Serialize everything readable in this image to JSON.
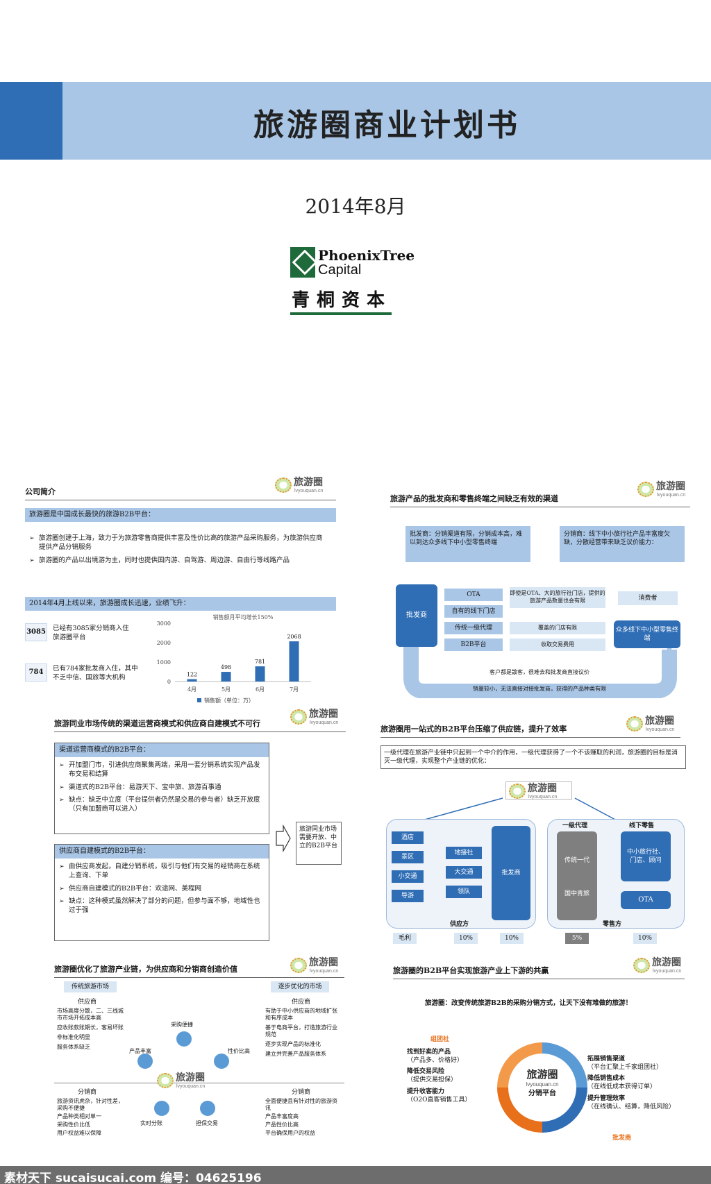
{
  "cover": {
    "title": "旅游圈商业计划书",
    "date": "2014年8月",
    "logo": {
      "en_line1": "PhoenixTree",
      "en_line2": "Capital",
      "cn": "青桐资本"
    }
  },
  "brand": {
    "name": "旅游圈",
    "url": "lvyouquan.cn"
  },
  "slide1": {
    "title": "公司简介",
    "head1": "旅游圈是中国成长最快的旅游B2B平台：",
    "bullets": [
      "旅游圈创建于上海，致力于为旅游零售商提供丰富及性价比高的旅游产品采购服务，为旅游供应商提供产品分销服务",
      "旅游圈的产品以出境游为主，同时也提供国内游、自驾游、周边游、自由行等线路产品"
    ],
    "head2": "2014年4月上线以来，旅游圈成长迅速，业绩飞升：",
    "stats": [
      {
        "num": "3085",
        "text": "已经有3085家分销商入住旅游圈平台"
      },
      {
        "num": "784",
        "text": "已有784家批发商入住，其中不乏中信、国旅等大机构"
      }
    ]
  },
  "chart_data": {
    "type": "bar",
    "title": "销售额月平均增长150%",
    "categories": [
      "4月",
      "5月",
      "6月",
      "7月"
    ],
    "values": [
      122,
      498,
      781,
      2068
    ],
    "yticks": [
      "3000",
      "2000",
      "1000",
      "0"
    ],
    "ylim": [
      0,
      3000
    ],
    "legend": "销售额（单位：万）",
    "color": "#2f6db5"
  },
  "slide2": {
    "title": "旅游产品的批发商和零售终端之间缺乏有效的渠道",
    "box_left": "批发商：分销渠道有限，分销成本高，难以到达众多线下中小型零售终端",
    "box_right": "分销商：线下中小旅行社产品丰富度欠缺，分散经营带来缺乏议价能力：",
    "wholesaler": "批发商",
    "channels": [
      "OTA",
      "自有的线下门店",
      "传统一级代理",
      "B2B平台"
    ],
    "notes": [
      "即使是OTA、大的旅行社门店，提供的旅游产品数量也会有限",
      "覆盖的门店有限",
      "收取交易费用"
    ],
    "consumer": "消费者",
    "retail": "众多线下中小型零售终端",
    "loop1": "客户都是散客，很难去和批发商直接议价",
    "loop2": "销量较小，无法直接对接批发商，获得的产品种类有限"
  },
  "slide3": {
    "title": "旅游同业市场传统的渠道运营商模式和供应商自建模式不可行",
    "head1": "渠道运营商模式的B2B平台：",
    "bullets1": [
      "开加盟门市，引进供应商聚集两端，采用一套分销系统实现产品发布交易和结算",
      "渠道式的B2B平台：易游天下、宝中旅、旅游百事通",
      "缺点：缺乏中立度（平台提供者仍然是交易的参与者）缺乏开放度（只有加盟商可以进入）"
    ],
    "head2": "供应商自建模式的B2B平台：",
    "bullets2": [
      "由供应商发起，自建分销系统，吸引与他们有交易的经销商在系统上查询、下单",
      "供应商自建模式的B2B平台：欢途网、美程网",
      "缺点：这种模式虽然解决了部分的问题，但参与面不够，地域性也过于强"
    ],
    "callout": "旅游同业市场需要开放、中立的B2B平台"
  },
  "slide4": {
    "title": "旅游圈用一站式的B2B平台压缩了供应链，提升了效率",
    "desc": "一级代理在旅游产业链中只起到一个中介的作用，一级代理获得了一个不该赚取的利润，旅游圈的目标是消灭一级代理，实现整个产业链的优化：",
    "suppliers": [
      "酒店",
      "景区",
      "小交通",
      "导游"
    ],
    "agents": [
      "地接社",
      "大交通",
      "领队"
    ],
    "wholesaler": "批发商",
    "first_agent_head": "一级代理",
    "first_agent_body": [
      "传统一代",
      "国中青旅"
    ],
    "offline_head": "线下零售",
    "offline_body": "中小旅行社、门店、顾问",
    "ota": "OTA",
    "supply_label": "供应方",
    "retail_label": "零售方",
    "margins": [
      "毛利",
      "10%",
      "10%",
      "5%",
      "10%"
    ]
  },
  "slide5": {
    "title": "旅游圈优化了旅游产业链，为供应商和分销商创造价值",
    "left_tag": "传统旅游市场",
    "right_tag": "逐步优化的市场",
    "supplier": "供应商",
    "distributor": "分销商",
    "left_sup": [
      "市场高度分散，二、三线城市市场开拓成本高",
      "应收账款账期长，客易坏账",
      "非标准化明显",
      "服务体系缺乏"
    ],
    "right_sup": [
      "有助于中小供应商的地域扩张和有序成本",
      "基于电商平台，打造旅游行业规范",
      "逐步实现产品的标准化",
      "建立并完善产品服务体系"
    ],
    "cycle": [
      "采购便捷",
      "性价比高",
      "担保交易",
      "实时分账",
      "产品丰富"
    ],
    "left_dist": [
      "旅游资讯虎杂，针对性差，采购不便捷",
      "产品种类相对单一",
      "采购性价比低",
      "用户权益难以保障"
    ],
    "right_dist": [
      "全面便捷且有针对性的旅游资讯",
      "产品丰富度高",
      "产品性价比高",
      "平台确保用户的权益"
    ]
  },
  "slide6": {
    "title": "旅游圈的B2B平台实现旅游产业上下游的共赢",
    "mission": "旅游圈：改变传统旅游B2B的采购分销方式，让天下没有难做的旅游！",
    "left_label": "组团社",
    "left_items": [
      [
        "找到好卖的产品",
        "（产品多、价格好）"
      ],
      [
        "降低交易风险",
        "（提供交易担保）"
      ],
      [
        "提升收客能力",
        "（O2O直客销售工具）"
      ]
    ],
    "center1": "旅游圈",
    "center2": "lvyouquan.cn",
    "center3": "分销平台",
    "right_label": "批发商",
    "right_items": [
      [
        "拓展销售渠道",
        "（平台汇聚上千家组团社）"
      ],
      [
        "降低销售成本",
        "（在线低成本获得订单）"
      ],
      [
        "提升管理效率",
        "（在线确认、结算，降低风险）"
      ]
    ]
  },
  "watermark": "素材天下 sucaisucai.com  编号：04625196"
}
